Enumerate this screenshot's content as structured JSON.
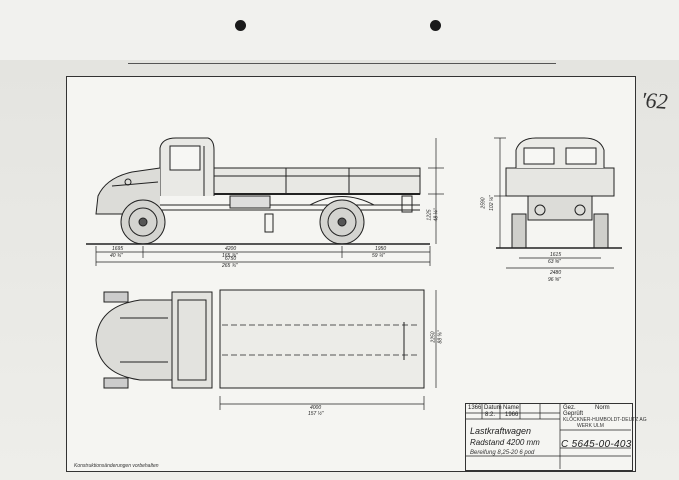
{
  "sheet": {
    "page_number": "'62"
  },
  "title_block": {
    "title": "Lastkraftwagen",
    "subtitle": "Radstand 4200 mm",
    "tires": "Bereifung 8,25-20 6 pod",
    "maker_line1": "KLÖCKNER-HUMBOLDT-DEUTZ AG",
    "maker_line2": "WERK ULM",
    "drawing_number": "C 5645-00-403",
    "header_cells": [
      "1366",
      "Datum",
      "Name"
    ],
    "value_cells": [
      "8.2.",
      "1966"
    ],
    "row_labels": [
      "Gez.",
      "Geprüft",
      "Norm"
    ]
  },
  "footnote": "Konstruktionsänderungen vorbehalten",
  "dimensions": {
    "front_overhang": "1695",
    "front_overhang_in": "40 ¾\"",
    "wheelbase": "4200",
    "wheelbase_in": "165 ⅜\"",
    "overall_length": "6750",
    "overall_length_in": "265 ¾\"",
    "rear_overhang": "1950",
    "rear_overhang_in": "59 ¼\"",
    "body_length": "4000",
    "body_length_in": "157 ½\"",
    "track": "1615",
    "track_in": "63 ⅝\"",
    "overall_width": "2480",
    "overall_width_in": "96 ⅝\"",
    "cab_height": "2590",
    "cab_height_in": "102 ⅛\"",
    "bed_height": "1225",
    "bed_height_in": "48 ¼\"",
    "body_width": "2250",
    "body_width_in": "88 ⅝\""
  }
}
